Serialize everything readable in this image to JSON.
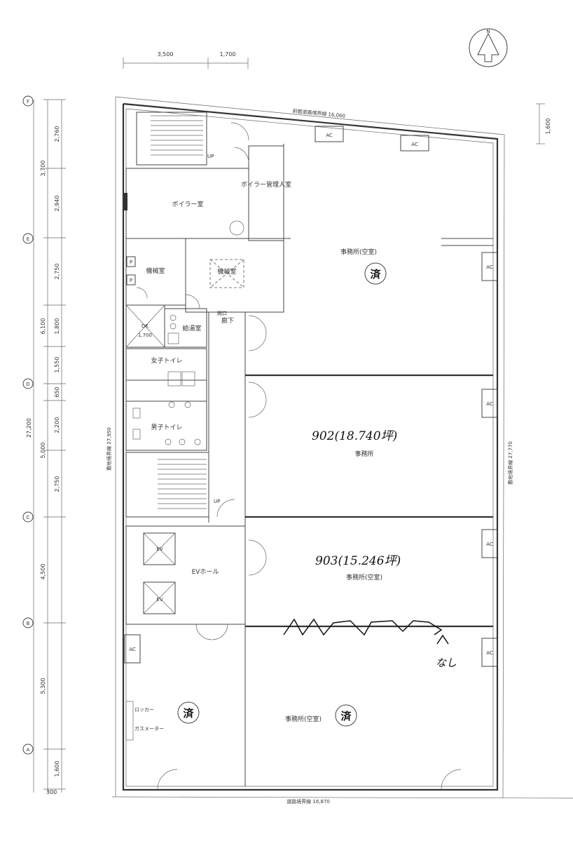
{
  "north_mark": "N",
  "grid_labels": [
    "F",
    "E",
    "D",
    "C",
    "B",
    "A"
  ],
  "top_dims": [
    "3,500",
    "1,700"
  ],
  "right_dim": "1,600",
  "left_dims_outer": [
    "3,700",
    "6,100",
    "5,000",
    "4,500",
    "5,300"
  ],
  "left_dims_inner": [
    "2,760",
    "2,940",
    "2,750",
    "1,800",
    "1,550",
    "650",
    "2,200",
    "2,750",
    "1,600",
    "300"
  ],
  "total_dim": "27,200",
  "boundary_top": "前面道路境界線 16,060",
  "boundary_bottom": "道路境界線 16,870",
  "boundary_left": "敷地境界線 27,950",
  "boundary_right": "敷地境界線 27,770",
  "rooms": {
    "boiler_room": "ボイラー室",
    "boiler_manager_room": "ボイラー管理人室",
    "machine_room_1": "機械室",
    "machine_room_2": "機械室",
    "kitchenette": "給湯室",
    "corridor": "廊下",
    "womens_toilet": "女子トイレ",
    "mens_toilet": "男子トイレ",
    "ev_hall": "EVホール",
    "office_901": "事務所(空室)",
    "office_902": "事務所",
    "office_903": "事務所(空室)",
    "office_904": "事務所(空室)"
  },
  "small_labels": {
    "ac": "AC",
    "up": "UP",
    "ps": "P",
    "ev": "EV",
    "dk": "DK",
    "dk_dim": "1,700",
    "opening": "開口",
    "gas_meter": "ガスメーター",
    "locker": "ロッカー"
  },
  "handwritten": {
    "unit_902": "902(18.740坪)",
    "unit_903": "903(15.246坪)",
    "note_nashi": "なし"
  },
  "stamps": [
    "済",
    "済",
    "済"
  ]
}
